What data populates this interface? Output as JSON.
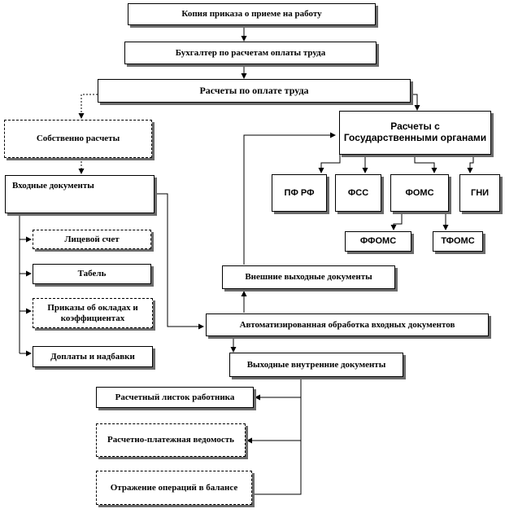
{
  "boxes": {
    "copy_order": "Копия приказа о приеме на работу",
    "accountant": "Бухгалтер по расчетам оплаты труда",
    "payroll": "Расчеты по оплате труда",
    "own_calc": "Собственно  расчеты",
    "state_calc": "Расчеты с Государственными органами",
    "input_docs": "Входные документы",
    "pfrf": "ПФ РФ",
    "fss": "ФСС",
    "foms": "ФОМС",
    "gni": "ГНИ",
    "ffoms": "ФФОМС",
    "tfoms": "ТФОМС",
    "personal_account": "Лицевой счет",
    "timesheet": "Табель",
    "salary_orders": "Приказы об окладах и коэффициентах",
    "bonuses": "Доплаты и надбавки",
    "external_out": "Внешние выходные  документы",
    "automated": "Автоматизированная обработка входных  документов",
    "internal_out": "Выходные  внутренние документы",
    "payslip": "Расчетный листок работника",
    "payment_sheet": "Расчетно-платежная ведомость",
    "balance": "Отражение  операций в балансе"
  }
}
